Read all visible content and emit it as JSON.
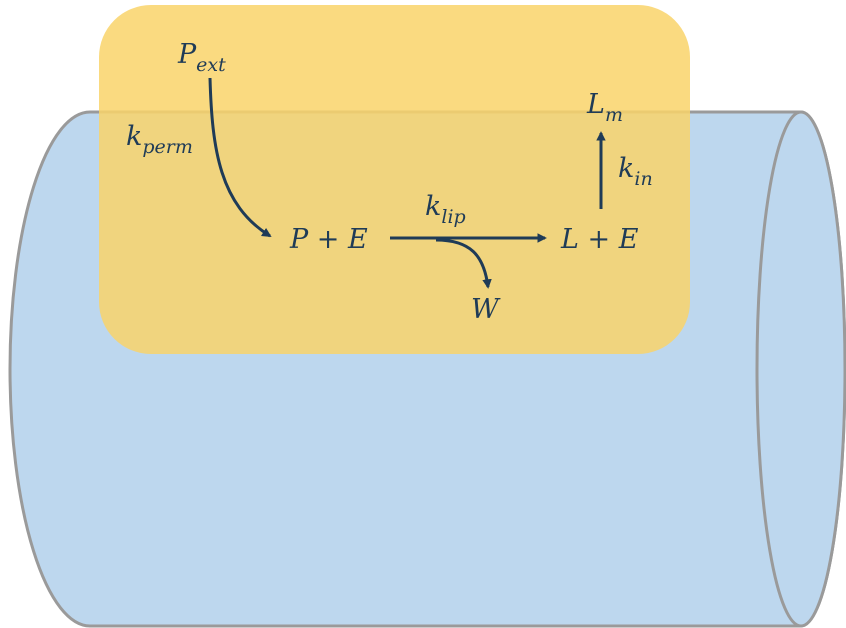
{
  "colors": {
    "cylinder_fill": "#bdd7ee",
    "cylinder_stroke": "#9a9a9a",
    "overlay_fill": "#f9d46a",
    "arrow": "#1f3b57",
    "text": "#1f3b57"
  },
  "labels": {
    "p_ext": {
      "base": "P",
      "sub": "ext"
    },
    "k_perm": {
      "base": "k",
      "sub": "perm"
    },
    "p_plus_e": "P + E",
    "k_lip": {
      "base": "k",
      "sub": "lip"
    },
    "l_plus_e": "L + E",
    "w": "W",
    "l_m": {
      "base": "L",
      "sub": "m"
    },
    "k_in": {
      "base": "k",
      "sub": "in"
    }
  }
}
